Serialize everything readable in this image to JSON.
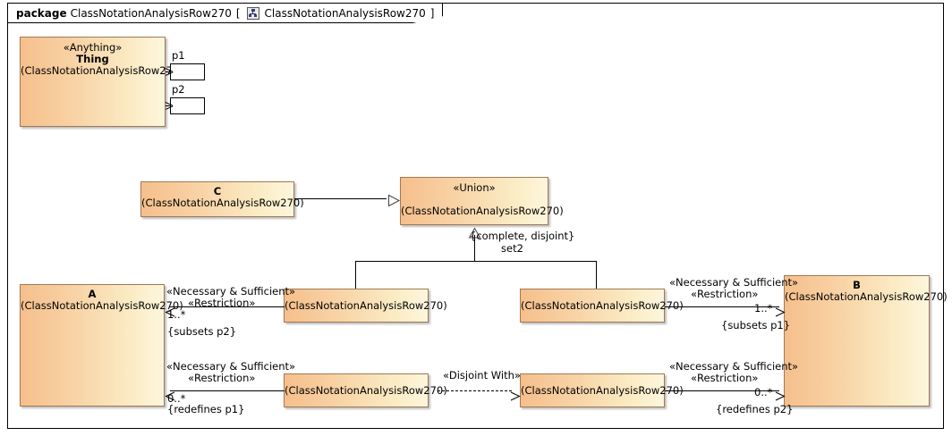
{
  "package_frame": {
    "keyword": "package",
    "name": "ClassNotationAnalysisRow270",
    "bracket_open": "[",
    "diagram_icon": "class-diagram-icon",
    "diagram_name": "ClassNotationAnalysisRow270",
    "bracket_close": "]"
  },
  "qualifier": "(ClassNotationAnalysisRow270)",
  "classes": {
    "thing": {
      "stereotype": "«Anything»",
      "name": "Thing",
      "qualifier": "(ClassNotationAnalysisRow270)"
    },
    "c": {
      "name": "C",
      "qualifier": "(ClassNotationAnalysisRow270)"
    },
    "union": {
      "stereotype": "«Union»",
      "name": "",
      "qualifier": "(ClassNotationAnalysisRow270)"
    },
    "a": {
      "name": "A",
      "qualifier": "(ClassNotationAnalysisRow270)"
    },
    "b": {
      "name": "B",
      "qualifier": "(ClassNotationAnalysisRow270)"
    },
    "sub_top_left": {
      "qualifier": "(ClassNotationAnalysisRow270)"
    },
    "sub_top_right": {
      "qualifier": "(ClassNotationAnalysisRow270)"
    },
    "sub_bot_left": {
      "qualifier": "(ClassNotationAnalysisRow270)"
    },
    "sub_bot_right": {
      "qualifier": "(ClassNotationAnalysisRow270)"
    }
  },
  "ports": {
    "p1": "p1",
    "p2": "p2"
  },
  "generalization_set": {
    "constraint": "{complete, disjoint}",
    "name": "set2"
  },
  "associations": {
    "top_left": {
      "stereotype1": "«Necessary & Sufficient»",
      "stereotype2": "«Restriction»",
      "multiplicity": "1..*",
      "property": "{subsets p2}"
    },
    "top_right": {
      "stereotype1": "«Necessary & Sufficient»",
      "stereotype2": "«Restriction»",
      "multiplicity": "1..*",
      "property": "{subsets p1}"
    },
    "bottom_left": {
      "stereotype1": "«Necessary & Sufficient»",
      "stereotype2": "«Restriction»",
      "multiplicity": "0..*",
      "property": "{redefines p1}"
    },
    "bottom_right": {
      "stereotype1": "«Necessary & Sufficient»",
      "stereotype2": "«Restriction»",
      "multiplicity": "0..*",
      "property": "{redefines p2}"
    },
    "disjoint_with": {
      "stereotype": "«Disjoint With»"
    }
  },
  "colors": {
    "class_fill_start": "#f6bf8c",
    "class_fill_end": "#fdf6dd",
    "class_border": "#a07a55",
    "line": "#000000",
    "canvas": "#ffffff"
  }
}
